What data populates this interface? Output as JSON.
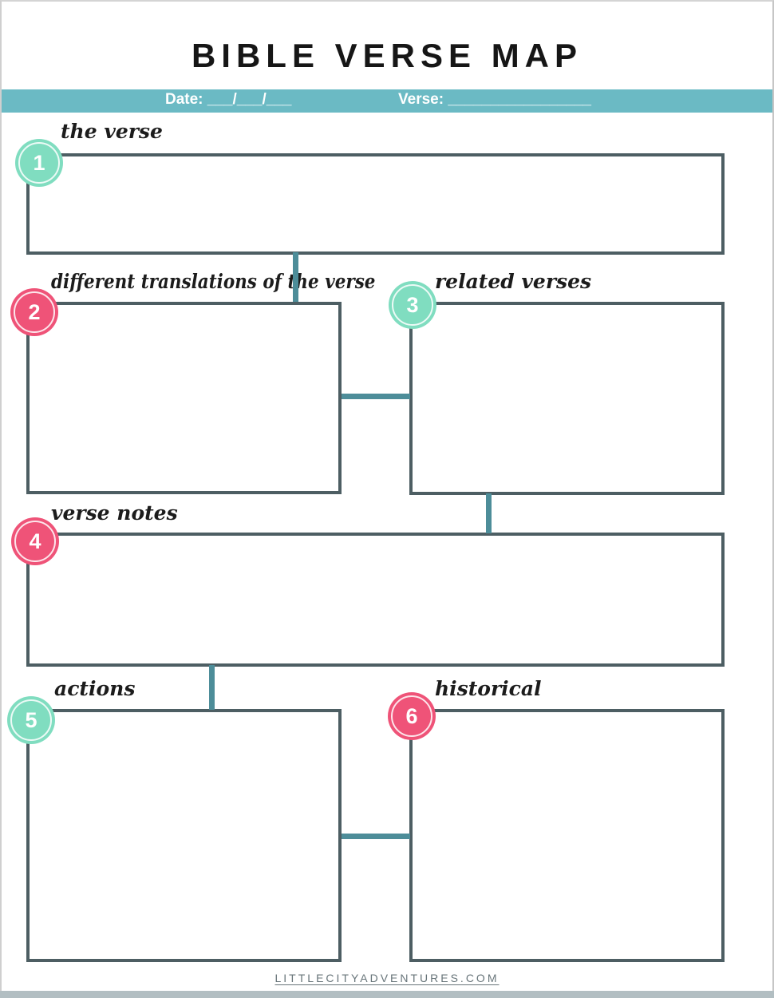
{
  "title": "BIBLE VERSE MAP",
  "header": {
    "date_label": "Date:",
    "date_blank": "___/___/___",
    "verse_label": "Verse:",
    "verse_blank": "_________________"
  },
  "boxes": [
    {
      "number": "1",
      "label": "the verse",
      "badge_color": "#80ddc0"
    },
    {
      "number": "2",
      "label": "different translations of the verse",
      "badge_color": "#ef5378"
    },
    {
      "number": "3",
      "label": "related verses",
      "badge_color": "#80ddc0"
    },
    {
      "number": "4",
      "label": "verse notes",
      "badge_color": "#ef5378"
    },
    {
      "number": "5",
      "label": "actions",
      "badge_color": "#80ddc0"
    },
    {
      "number": "6",
      "label": "historical",
      "badge_color": "#ef5378"
    }
  ],
  "footer": {
    "website": "LITTLECITYADVENTURES.COM"
  },
  "colors": {
    "band_teal": "#6bbac4",
    "connector_teal": "#4d8d99",
    "box_border": "#4d5e63",
    "mint": "#80ddc0",
    "pink": "#ef5378"
  }
}
